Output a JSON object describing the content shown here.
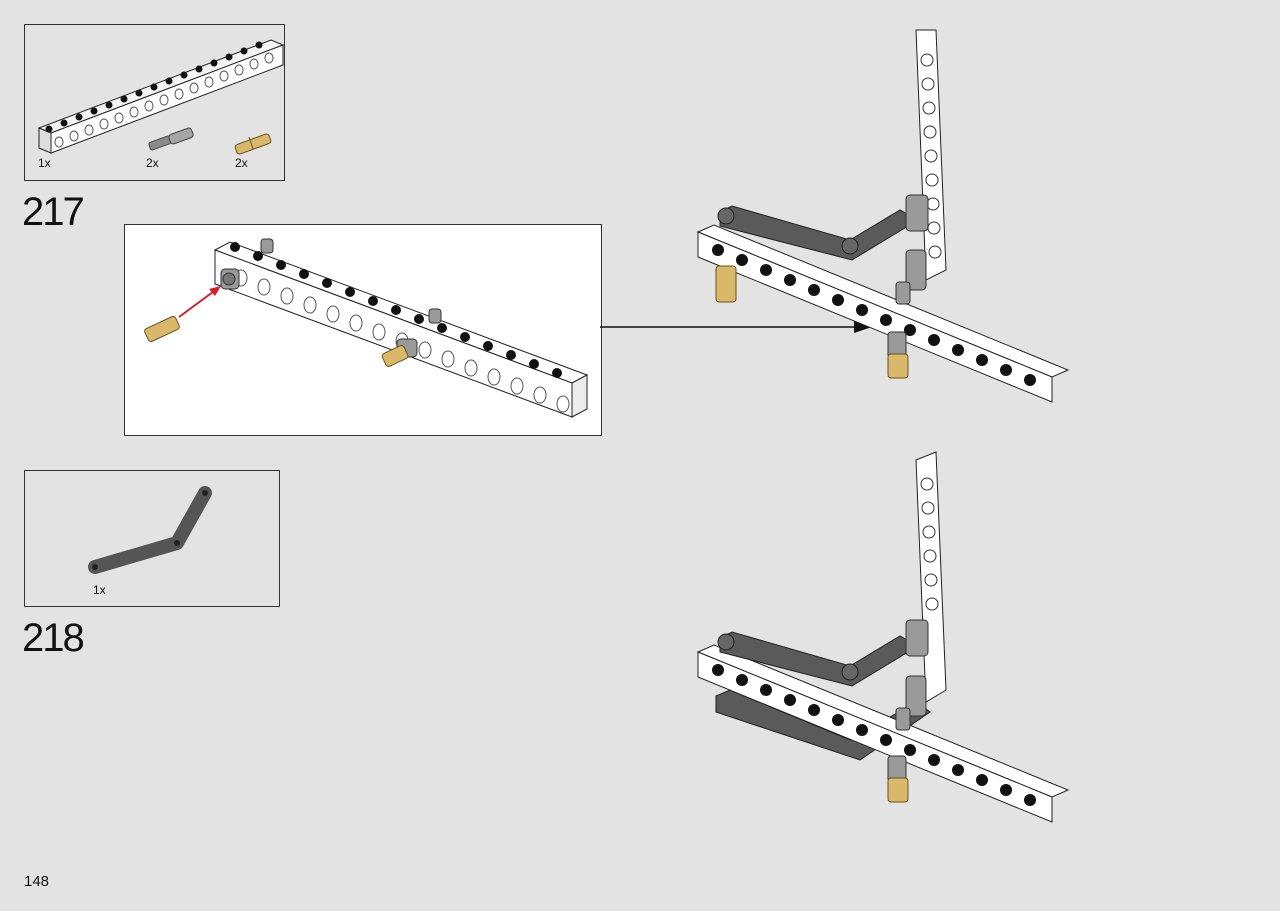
{
  "page_number": "148",
  "steps": [
    {
      "number": "217",
      "parts": [
        {
          "qty": "1x",
          "part": "white-15-hole-beam"
        },
        {
          "qty": "2x",
          "part": "gray-axle-pin"
        },
        {
          "qty": "2x",
          "part": "tan-friction-pin"
        }
      ]
    },
    {
      "number": "218",
      "parts": [
        {
          "qty": "1x",
          "part": "dark-gray-bent-liftarm"
        }
      ]
    }
  ],
  "colors": {
    "background": "#e3e3e3",
    "beam_white": "#ffffff",
    "dark_gray": "#5a5a5a",
    "light_gray": "#9a9a9a",
    "tan": "#d9b86a",
    "arrow_red": "#d41e26"
  }
}
